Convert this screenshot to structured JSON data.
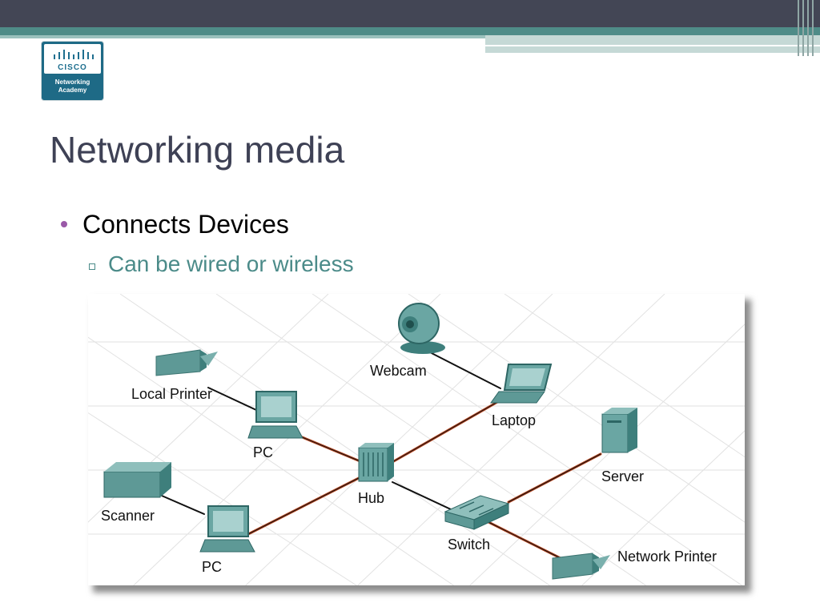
{
  "header": {
    "logo": {
      "brand": "CISCO",
      "sub_line1": "Networking",
      "sub_line2": "Academy"
    },
    "colors": {
      "topbar": "#434655",
      "accent": "#4f8c88"
    }
  },
  "slide": {
    "title": "Networking media",
    "bullets": [
      {
        "text": "Connects Devices",
        "level": 1
      },
      {
        "text": "Can be wired or wireless",
        "level": 2
      }
    ]
  },
  "diagram": {
    "nodes": {
      "webcam": "Webcam",
      "local_printer": "Local Printer",
      "pc_top": "PC",
      "laptop": "Laptop",
      "server": "Server",
      "scanner": "Scanner",
      "hub": "Hub",
      "switch": "Switch",
      "pc_bottom": "PC",
      "network_printer": "Network Printer"
    },
    "link_colors": {
      "ethernet": "#b5441e",
      "other": "#111111"
    }
  }
}
